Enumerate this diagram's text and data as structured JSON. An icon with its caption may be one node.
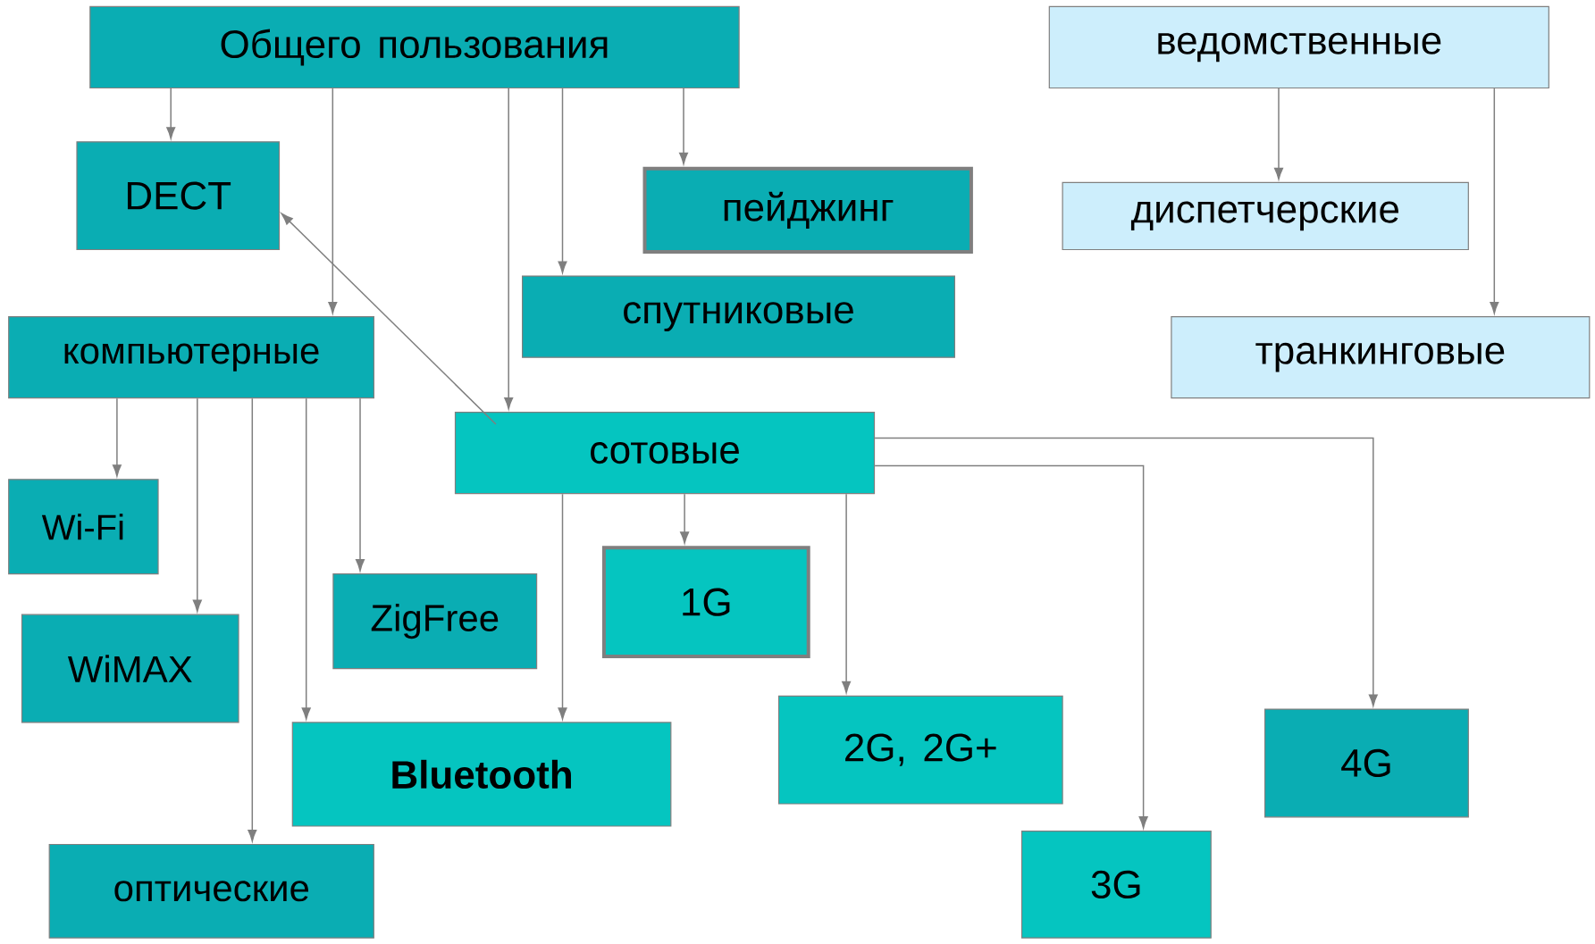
{
  "diagram": {
    "nodes": [
      {
        "text": [
          "Общего пользования"
        ]
      },
      {
        "text": [
          "ведомственные"
        ]
      },
      {
        "text": [
          "DECT"
        ]
      },
      {
        "text": [
          "пейджинг"
        ]
      },
      {
        "text": [
          "диспетчерские"
        ]
      },
      {
        "text": [
          "спутниковые"
        ]
      },
      {
        "text": [
          "компьютерные"
        ]
      },
      {
        "text": [
          "транкинговые"
        ]
      },
      {
        "text": [
          "сотовые"
        ]
      },
      {
        "text": [
          "Wi-Fi"
        ]
      },
      {
        "text": [
          "ZigFree"
        ]
      },
      {
        "text": [
          "1G"
        ]
      },
      {
        "text": [
          "WiMAX"
        ]
      },
      {
        "text": [
          "Bluetooth"
        ]
      },
      {
        "text": [
          "2G, 2G+"
        ]
      },
      {
        "text": [
          "4G"
        ]
      },
      {
        "text": [
          "3G"
        ]
      },
      {
        "text": [
          "оптические"
        ]
      }
    ],
    "edges": [
      {
        "from": 0,
        "to": 2,
        "arrow": "to"
      },
      {
        "from": 0,
        "to": 6,
        "arrow": "to"
      },
      {
        "from": 0,
        "to": 8,
        "arrow": "to"
      },
      {
        "from": 0,
        "to": 5,
        "arrow": "to"
      },
      {
        "from": 0,
        "to": 3,
        "arrow": "to"
      },
      {
        "from": 1,
        "to": 4,
        "arrow": "to"
      },
      {
        "from": 1,
        "to": 7,
        "arrow": "to"
      },
      {
        "from": 8,
        "to": 2,
        "arrow": "to"
      },
      {
        "from": 6,
        "to": 9,
        "arrow": "to"
      },
      {
        "from": 6,
        "to": 12,
        "arrow": "to"
      },
      {
        "from": 6,
        "to": 17,
        "arrow": "to"
      },
      {
        "from": 6,
        "to": 13,
        "arrow": "to"
      },
      {
        "from": 6,
        "to": 10,
        "arrow": "to"
      },
      {
        "from": 8,
        "to": 13,
        "arrow": "to"
      },
      {
        "from": 8,
        "to": 11,
        "arrow": "to"
      },
      {
        "from": 8,
        "to": 14,
        "arrow": "to"
      },
      {
        "from": 8,
        "to": 16,
        "arrow": "to"
      },
      {
        "from": 8,
        "to": 15,
        "arrow": "to"
      }
    ]
  }
}
